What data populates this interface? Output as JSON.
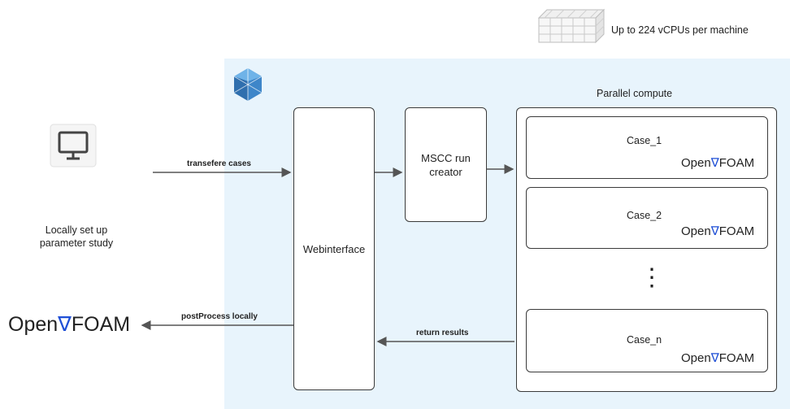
{
  "header_note": "Up to 224 vCPUs per machine",
  "local": {
    "caption_line1": "Locally set up",
    "caption_line2": "parameter study",
    "logo_open": "Open",
    "logo_nabla": "∇",
    "logo_foam": "FOAM",
    "computer_icon": "desktop-monitor-icon"
  },
  "arrows": {
    "transfer": "transefere cases",
    "post_process": "postProcess locally",
    "return_results": "return results"
  },
  "webinterface": "Webinterface",
  "mscc": {
    "line1": "MSCC run",
    "line2": "creator"
  },
  "parallel": {
    "title": "Parallel compute",
    "cases": [
      {
        "label": "Case_1",
        "logo_open": "Open",
        "logo_nabla": "∇",
        "logo_foam": "FOAM"
      },
      {
        "label": "Case_2",
        "logo_open": "Open",
        "logo_nabla": "∇",
        "logo_foam": "FOAM"
      },
      {
        "label": "Case_n",
        "logo_open": "Open",
        "logo_nabla": "∇",
        "logo_foam": "FOAM"
      }
    ],
    "ellipsis": "⋮"
  },
  "colors": {
    "cloud_bg": "#e8f4fc",
    "nabla_blue": "#1f4fd6",
    "azure_icon": "#3e86c9"
  }
}
